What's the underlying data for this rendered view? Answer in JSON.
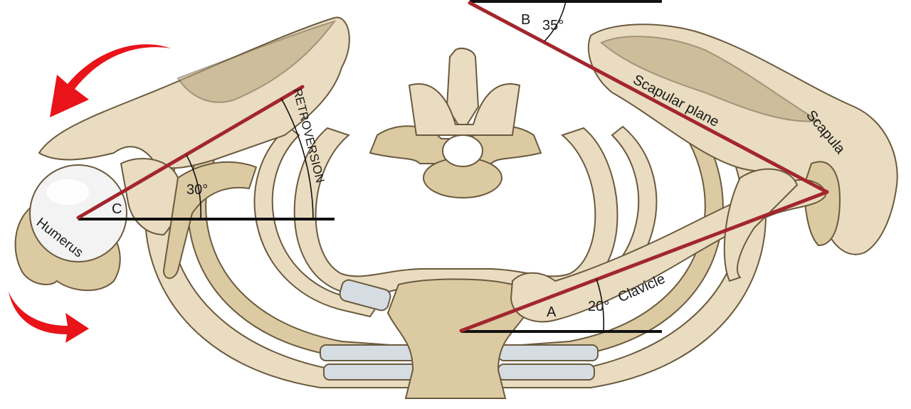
{
  "labels": {
    "humerus": "Humerus",
    "c": "C",
    "angle_c": "30°",
    "retroversion": "RETROVERSION",
    "b": "B",
    "angle_b": "35°",
    "scapular_plane": "Scapular plane",
    "scapula": "Scapula",
    "clavicle": "Clavicle",
    "a": "A",
    "angle_a": "20°"
  },
  "colors": {
    "angle_line": "#a3262d",
    "reference_line": "#111111",
    "rotation_arrow": "#e8141a",
    "bone": "#e9dcc0",
    "bone_outline": "#6b5a3e",
    "humeral_head": "#f3f3f3",
    "cartilage": "#d5dde2"
  }
}
